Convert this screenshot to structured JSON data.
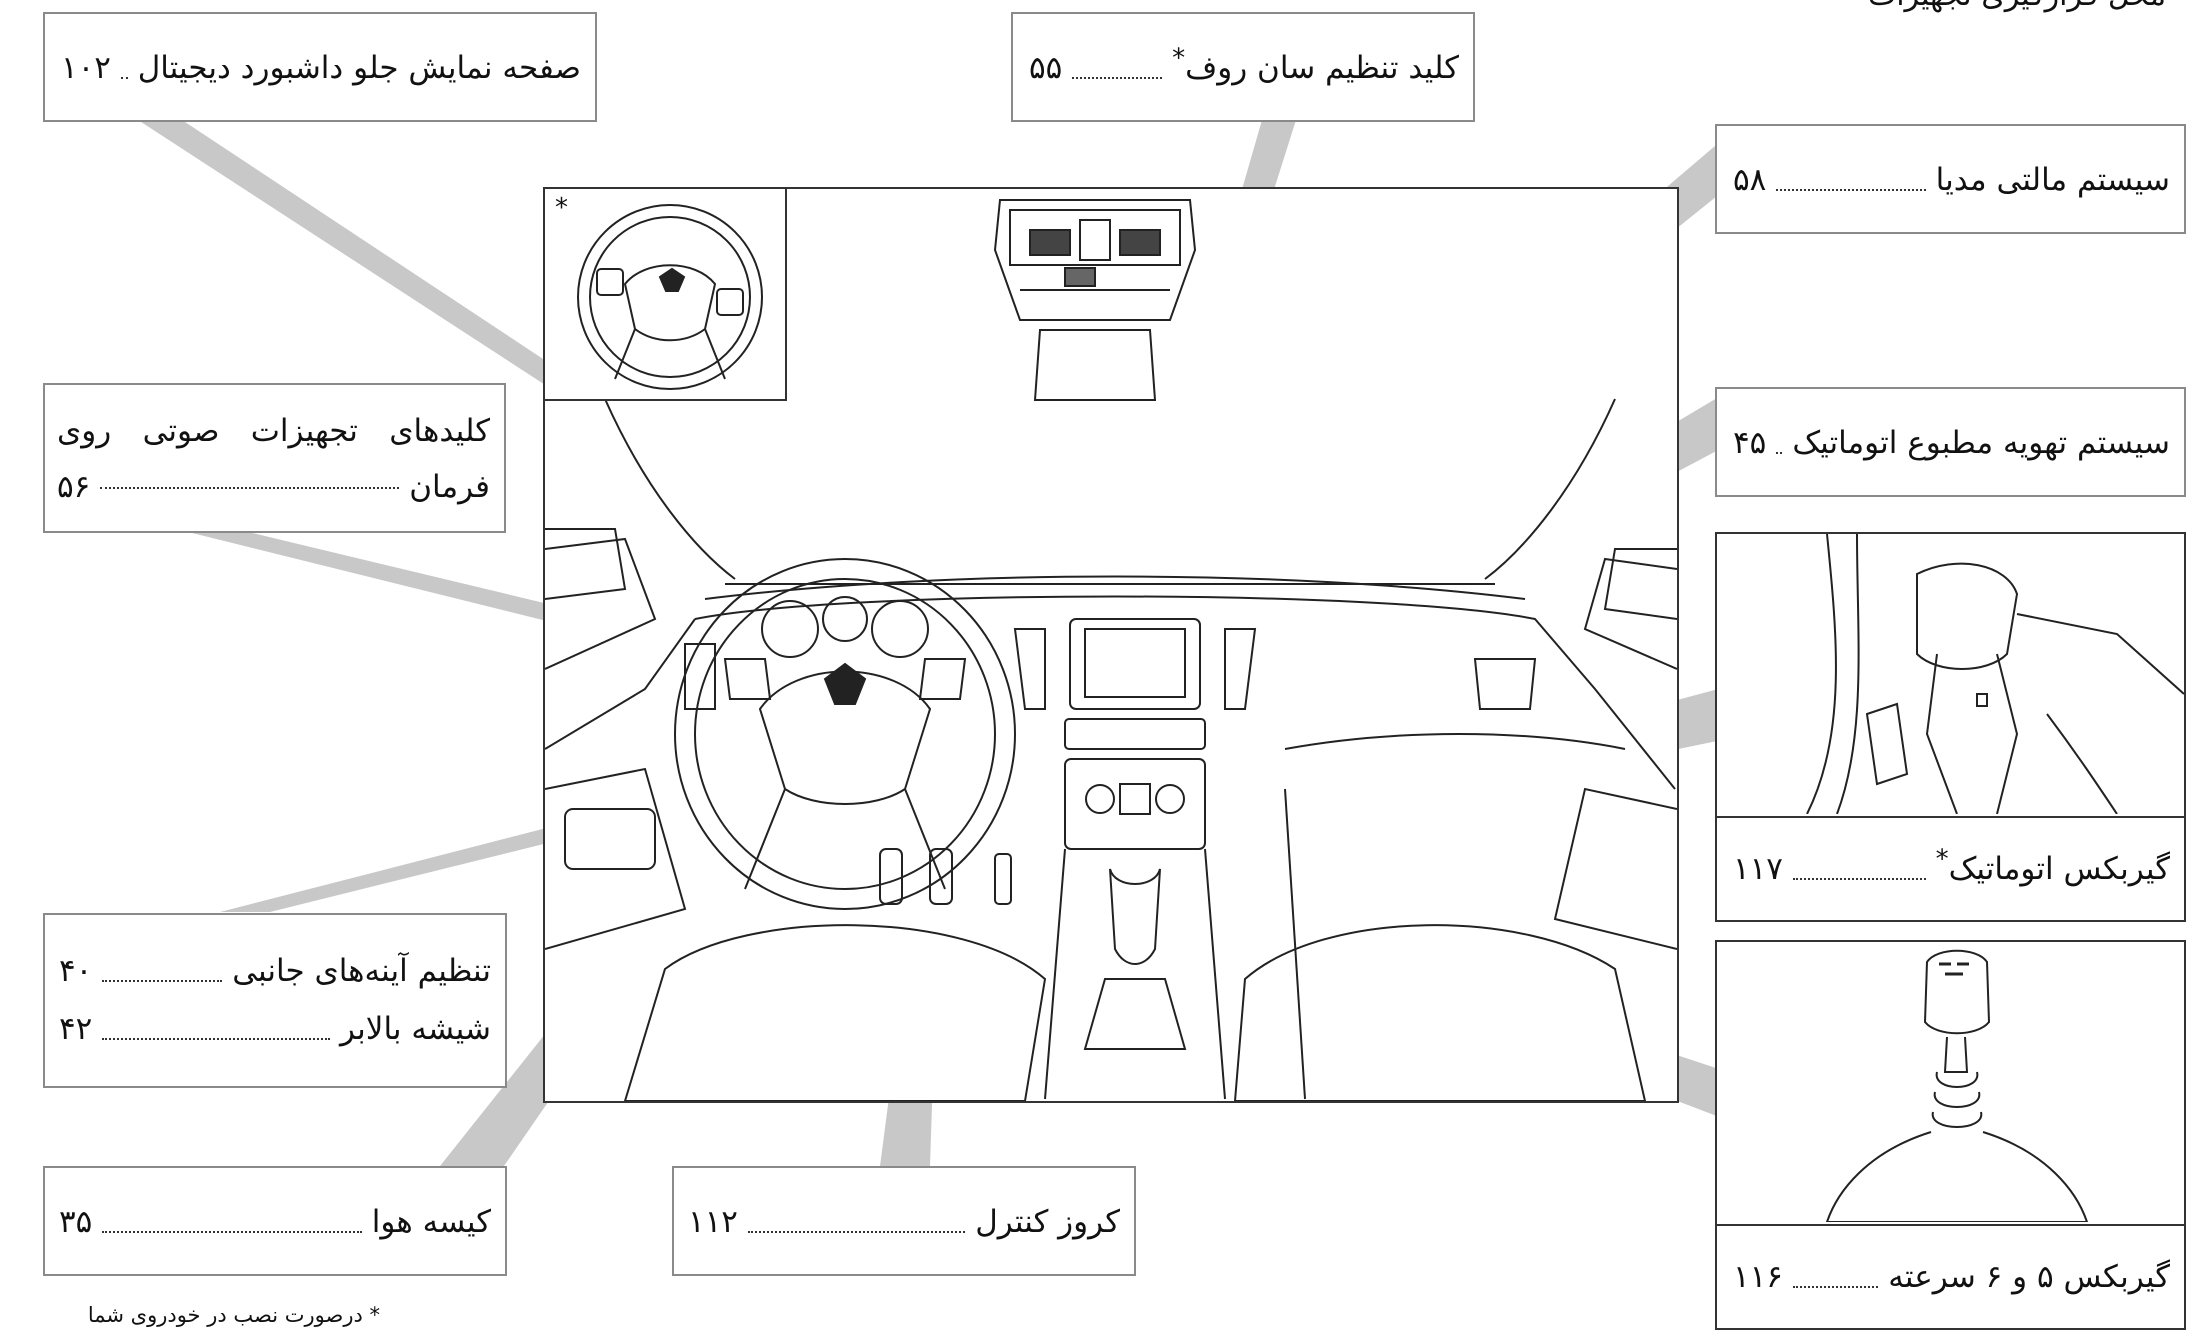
{
  "page": {
    "corner_title": "محل قرارگیری تجهیزات",
    "footnote": "* درصورت نصب در خودروی شما"
  },
  "callouts": {
    "digital_cluster": {
      "label": "صفحه نمایش جلو داشبورد دیجیتال",
      "page": "۱۰۲"
    },
    "sunroof_switch": {
      "label": "کلید تنظیم سان روف",
      "star": "*",
      "page": "۵۵"
    },
    "multimedia": {
      "label": "سیستم مالتی مدیا",
      "page": "۵۸"
    },
    "steering_audio": {
      "label_line1_words": [
        "کلیدهای",
        "تجهیزات",
        "صوتی",
        "روی"
      ],
      "label_line2": "فرمان",
      "page": "۵۶"
    },
    "climate": {
      "label": "سیستم تهویه مطبوع اتوماتیک",
      "page": "۴۵"
    },
    "auto_gearbox": {
      "label": "گیربکس اتوماتیک",
      "star": "*",
      "page": "۱۱۷"
    },
    "mirrors_windows": {
      "mirror_label": "تنظیم آینه‌های جانبی",
      "mirror_page": "۴۰",
      "window_label": "شیشه بالابر",
      "window_page": "۴۲"
    },
    "manual_gearbox": {
      "label": "گیربکس ۵ و ۶ سرعته",
      "page": "۱۱۶"
    },
    "airbag": {
      "label": "کیسه هوا",
      "page": "۳۵"
    },
    "cruise": {
      "label": "کروز کنترل",
      "page": "۱۱۲"
    }
  },
  "illustration": {
    "steering_inset_star": "*"
  }
}
